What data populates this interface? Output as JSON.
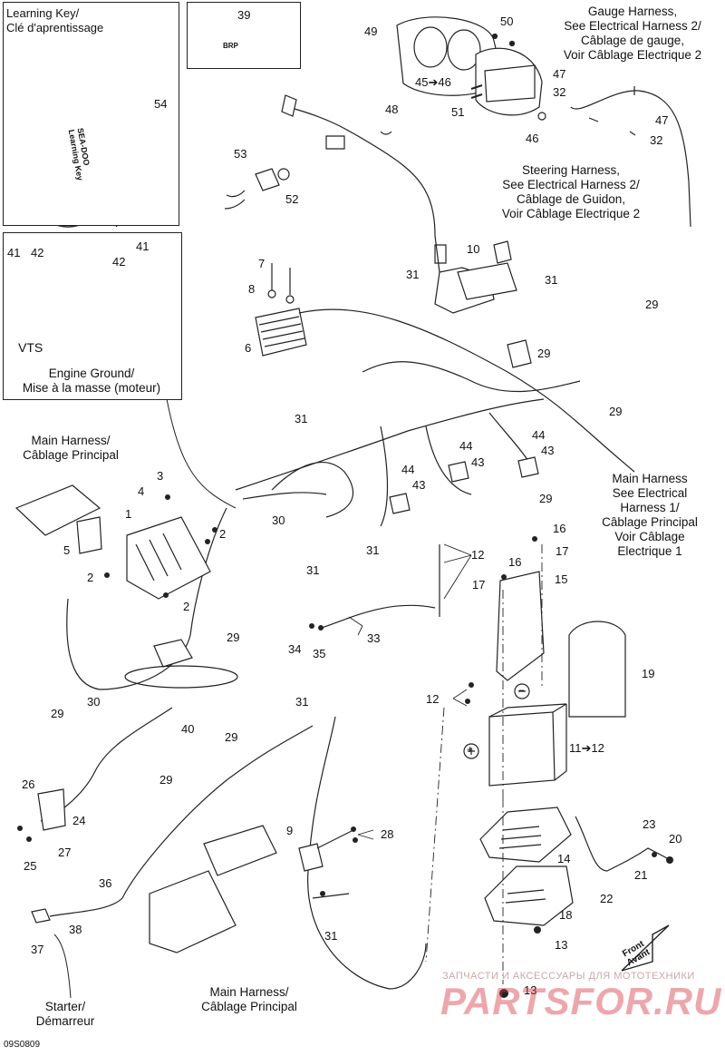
{
  "insets": {
    "learning_key_title": [
      "Learning Key/",
      "Clé d'aprentissage"
    ],
    "engine_ground_caption": [
      "Engine Ground/",
      "Mise à la masse (moteur)"
    ],
    "vts_label": "VTS"
  },
  "captions": {
    "gauge_harness": [
      "Gauge Harness,",
      "See Electrical Harness 2/",
      "Câblage de gauge,",
      "Voir Câblage Electrique 2"
    ],
    "steering_harness": [
      "Steering Harness,",
      "See Electrical Harness 2/",
      "Câblage de Guidon,",
      "Voir Câblage Electrique 2"
    ],
    "main_harness_top": [
      "Main Harness/",
      "Câblage Principal"
    ],
    "main_harness_right": [
      "Main Harness",
      "See Electrical",
      "Harness 1/",
      "Câblage Principal",
      "Voir Câblage",
      "Electrique 1"
    ],
    "main_harness_bottom": [
      "Main Harness/",
      "Câblage Principal"
    ],
    "starter": [
      "Starter/",
      "Démarreur"
    ]
  },
  "callouts": {
    "c1": "1",
    "c2a": "2",
    "c2b": "2",
    "c2c": "2",
    "c3": "3",
    "c4": "4",
    "c5": "5",
    "c6": "6",
    "c7": "7",
    "c8": "8",
    "c9": "9",
    "c10": "10",
    "c11": "11➔12",
    "c12a": "12",
    "c12b": "12",
    "c13a": "13",
    "c13b": "13",
    "c14": "14",
    "c15": "15",
    "c16a": "16",
    "c16b": "16",
    "c17a": "17",
    "c17b": "17",
    "c18": "18",
    "c19": "19",
    "c20": "20",
    "c21": "21",
    "c22": "22",
    "c23": "23",
    "c24": "24",
    "c25": "25",
    "c26": "26",
    "c27": "27",
    "c28": "28",
    "c29a": "29",
    "c29b": "29",
    "c29c": "29",
    "c29d": "29",
    "c29e": "29",
    "c29f": "29",
    "c29g": "29",
    "c29h": "29",
    "c30a": "30",
    "c30b": "30",
    "c31a": "31",
    "c31b": "31",
    "c31c": "31",
    "c31d": "31",
    "c31e": "31",
    "c31f": "31",
    "c31g": "31",
    "c32a": "32",
    "c32b": "32",
    "c33": "33",
    "c34": "34",
    "c35": "35",
    "c36": "36",
    "c37": "37",
    "c38": "38",
    "c39": "39",
    "c40": "40",
    "c41a": "41",
    "c41b": "41",
    "c42a": "42",
    "c42b": "42",
    "c43a": "43",
    "c43b": "43",
    "c43c": "43",
    "c44a": "44",
    "c44b": "44",
    "c44c": "44",
    "c45": "45➔46",
    "c46": "46",
    "c47a": "47",
    "c47b": "47",
    "c48": "48",
    "c49": "49",
    "c50": "50",
    "c51": "51",
    "c52": "52",
    "c53": "53",
    "c54": "54"
  },
  "front_label": [
    "Front",
    "Avant"
  ],
  "drawing_code": "09S0809",
  "watermark": {
    "small": "ЗАПЧАСТИ И АКСЕССУАРЫ ДЛЯ МОТОТЕХНИКИ",
    "big": "PARTSFOR.RU",
    "color": "#d63c46"
  },
  "key_text": [
    "SEA-DOO",
    "Learning Key"
  ],
  "tube_text": "BRP",
  "polarity": {
    "plus": "+",
    "minus": "−"
  }
}
